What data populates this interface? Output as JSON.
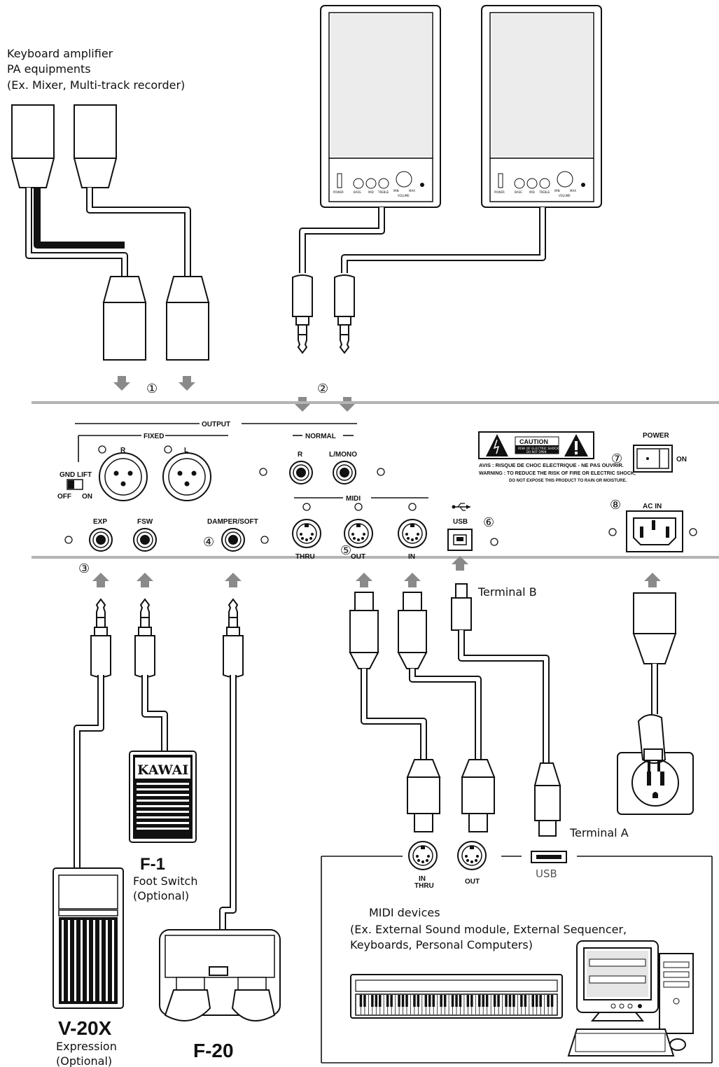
{
  "labels": {
    "amp_line1": "Keyboard amplifier",
    "amp_line2": "PA equipments",
    "amp_line3": "(Ex. Mixer, Multi-track recorder)",
    "terminal_b": "Terminal B",
    "terminal_a": "Terminal A",
    "midi_devices_1": "MIDI devices",
    "midi_devices_2": "(Ex. External Sound module, External Sequencer,",
    "midi_devices_3": "Keyboards, Personal Computers)"
  },
  "numbers": {
    "n1": "①",
    "n2": "②",
    "n3": "③",
    "n4": "④",
    "n5": "⑤",
    "n6": "⑥",
    "n7": "⑦",
    "n8": "⑧"
  },
  "panel": {
    "output": "OUTPUT",
    "fixed": "FIXED",
    "normal": "NORMAL",
    "r": "R",
    "l": "L",
    "l_mono": "L/MONO",
    "gnd_lift": "GND LIFT",
    "off": "OFF",
    "on": "ON",
    "midi": "MIDI",
    "thru": "THRU",
    "out": "OUT",
    "in": "IN",
    "usb": "USB",
    "exp": "EXP",
    "fsw": "FSW",
    "damper_soft": "DAMPER/SOFT",
    "power": "POWER",
    "power_on": "ON",
    "ac_in": "AC IN",
    "caution": "CAUTION",
    "caution_sub1": "RISK OF ELECTRIC SHOCK",
    "caution_sub2": "DO NOT OPEN",
    "avis": "AVIS : RISQUE DE CHOC ELECTRIQUE - NE PAS OUVRIR.",
    "warning": "WARNING : TO REDUCE THE RISK OF FIRE OR ELECTRIC SHOCK,",
    "warning2": "DO NOT EXPOSE THIS PRODUCT TO RAIN OR MOISTURE."
  },
  "devices": {
    "f1_name": "F-1",
    "f1_desc": "Foot Switch",
    "f1_opt": "(Optional)",
    "kawai": "KAWAI",
    "v20x_name": "V-20X",
    "v20x_desc": "Expression",
    "v20x_opt": "(Optional)",
    "f20_name": "F-20",
    "dev_in_thru_1": "IN",
    "dev_in_thru_2": "THRU",
    "dev_out": "OUT",
    "dev_usb": "USB"
  },
  "speaker": {
    "power": "POWER",
    "bass": "BASS",
    "mid": "MID",
    "treble": "TREBLE",
    "min": "MIN",
    "max": "MAX",
    "volume": "VOLUME"
  },
  "colors": {
    "arrow": "#8a8a8a",
    "panel_line": "#b4b4b4",
    "ink": "#111111"
  }
}
